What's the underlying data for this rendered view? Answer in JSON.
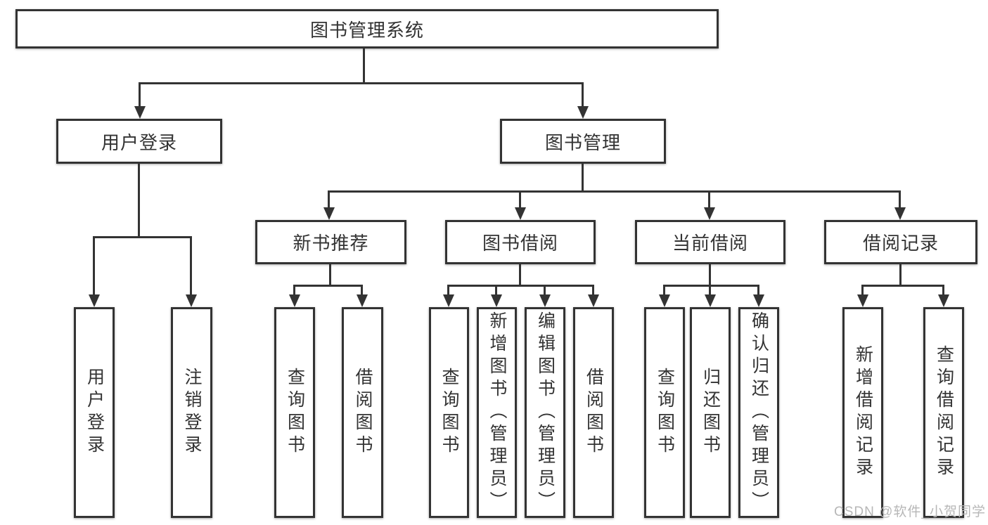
{
  "colors": {
    "line": "#333333",
    "text": "#333333",
    "watermark": "#b7b7b7",
    "background": "#ffffff"
  },
  "watermark": {
    "text": "CSDN @软件_小贺同学"
  },
  "tree": {
    "root": {
      "label": "图书管理系统"
    },
    "branches": [
      {
        "label": "用户登录",
        "children": [
          {
            "label": "用户登录"
          },
          {
            "label": "注销登录"
          }
        ]
      },
      {
        "label": "图书管理",
        "children": [
          {
            "label": "新书推荐",
            "children": [
              {
                "label": "查询图书"
              },
              {
                "label": "借阅图书"
              }
            ]
          },
          {
            "label": "图书借阅",
            "children": [
              {
                "label": "查询图书"
              },
              {
                "label": "新增图书（管理员）"
              },
              {
                "label": "编辑图书（管理员）"
              },
              {
                "label": "借阅图书"
              }
            ]
          },
          {
            "label": "当前借阅",
            "children": [
              {
                "label": "查询图书"
              },
              {
                "label": "归还图书"
              },
              {
                "label": "确认归还（管理员）"
              }
            ]
          },
          {
            "label": "借阅记录",
            "children": [
              {
                "label": "新增借阅记录"
              },
              {
                "label": "查询借阅记录"
              }
            ]
          }
        ]
      }
    ]
  }
}
